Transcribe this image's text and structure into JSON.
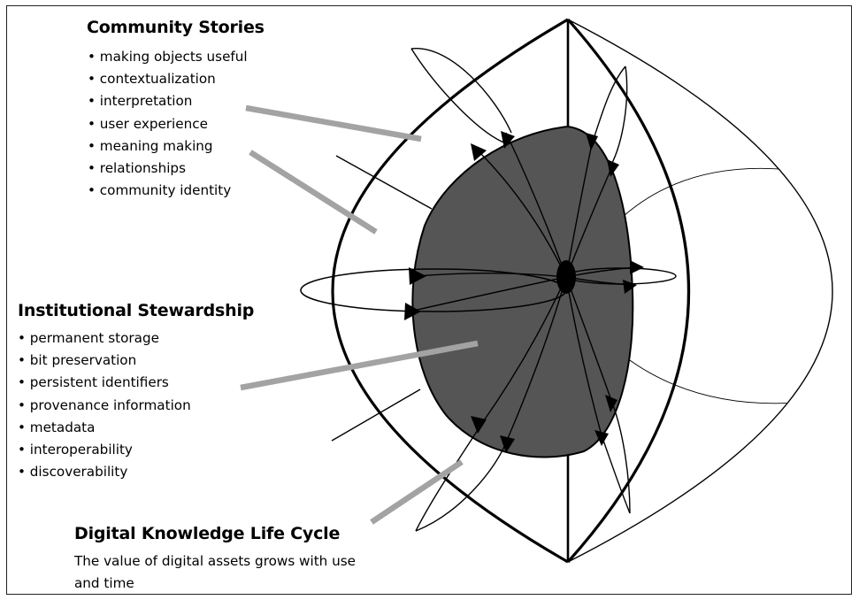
{
  "community_stories": {
    "title": "Community Stories",
    "items": [
      "making objects useful",
      "contextualization",
      "interpretation",
      "user experience",
      "meaning making",
      "relationships",
      "community identity"
    ]
  },
  "institutional_stewardship": {
    "title": "Institutional Stewardship",
    "items": [
      "permanent storage",
      "bit preservation",
      "persistent identifiers",
      "provenance information",
      "metadata",
      "interoperability",
      "discoverability"
    ]
  },
  "life_cycle": {
    "title": "Digital Knowledge Life Cycle",
    "description": "The value of digital assets grows with use and time"
  },
  "colors": {
    "core_fill": "#555555",
    "pointer_line": "#a3a3a3",
    "outline": "#000000"
  }
}
